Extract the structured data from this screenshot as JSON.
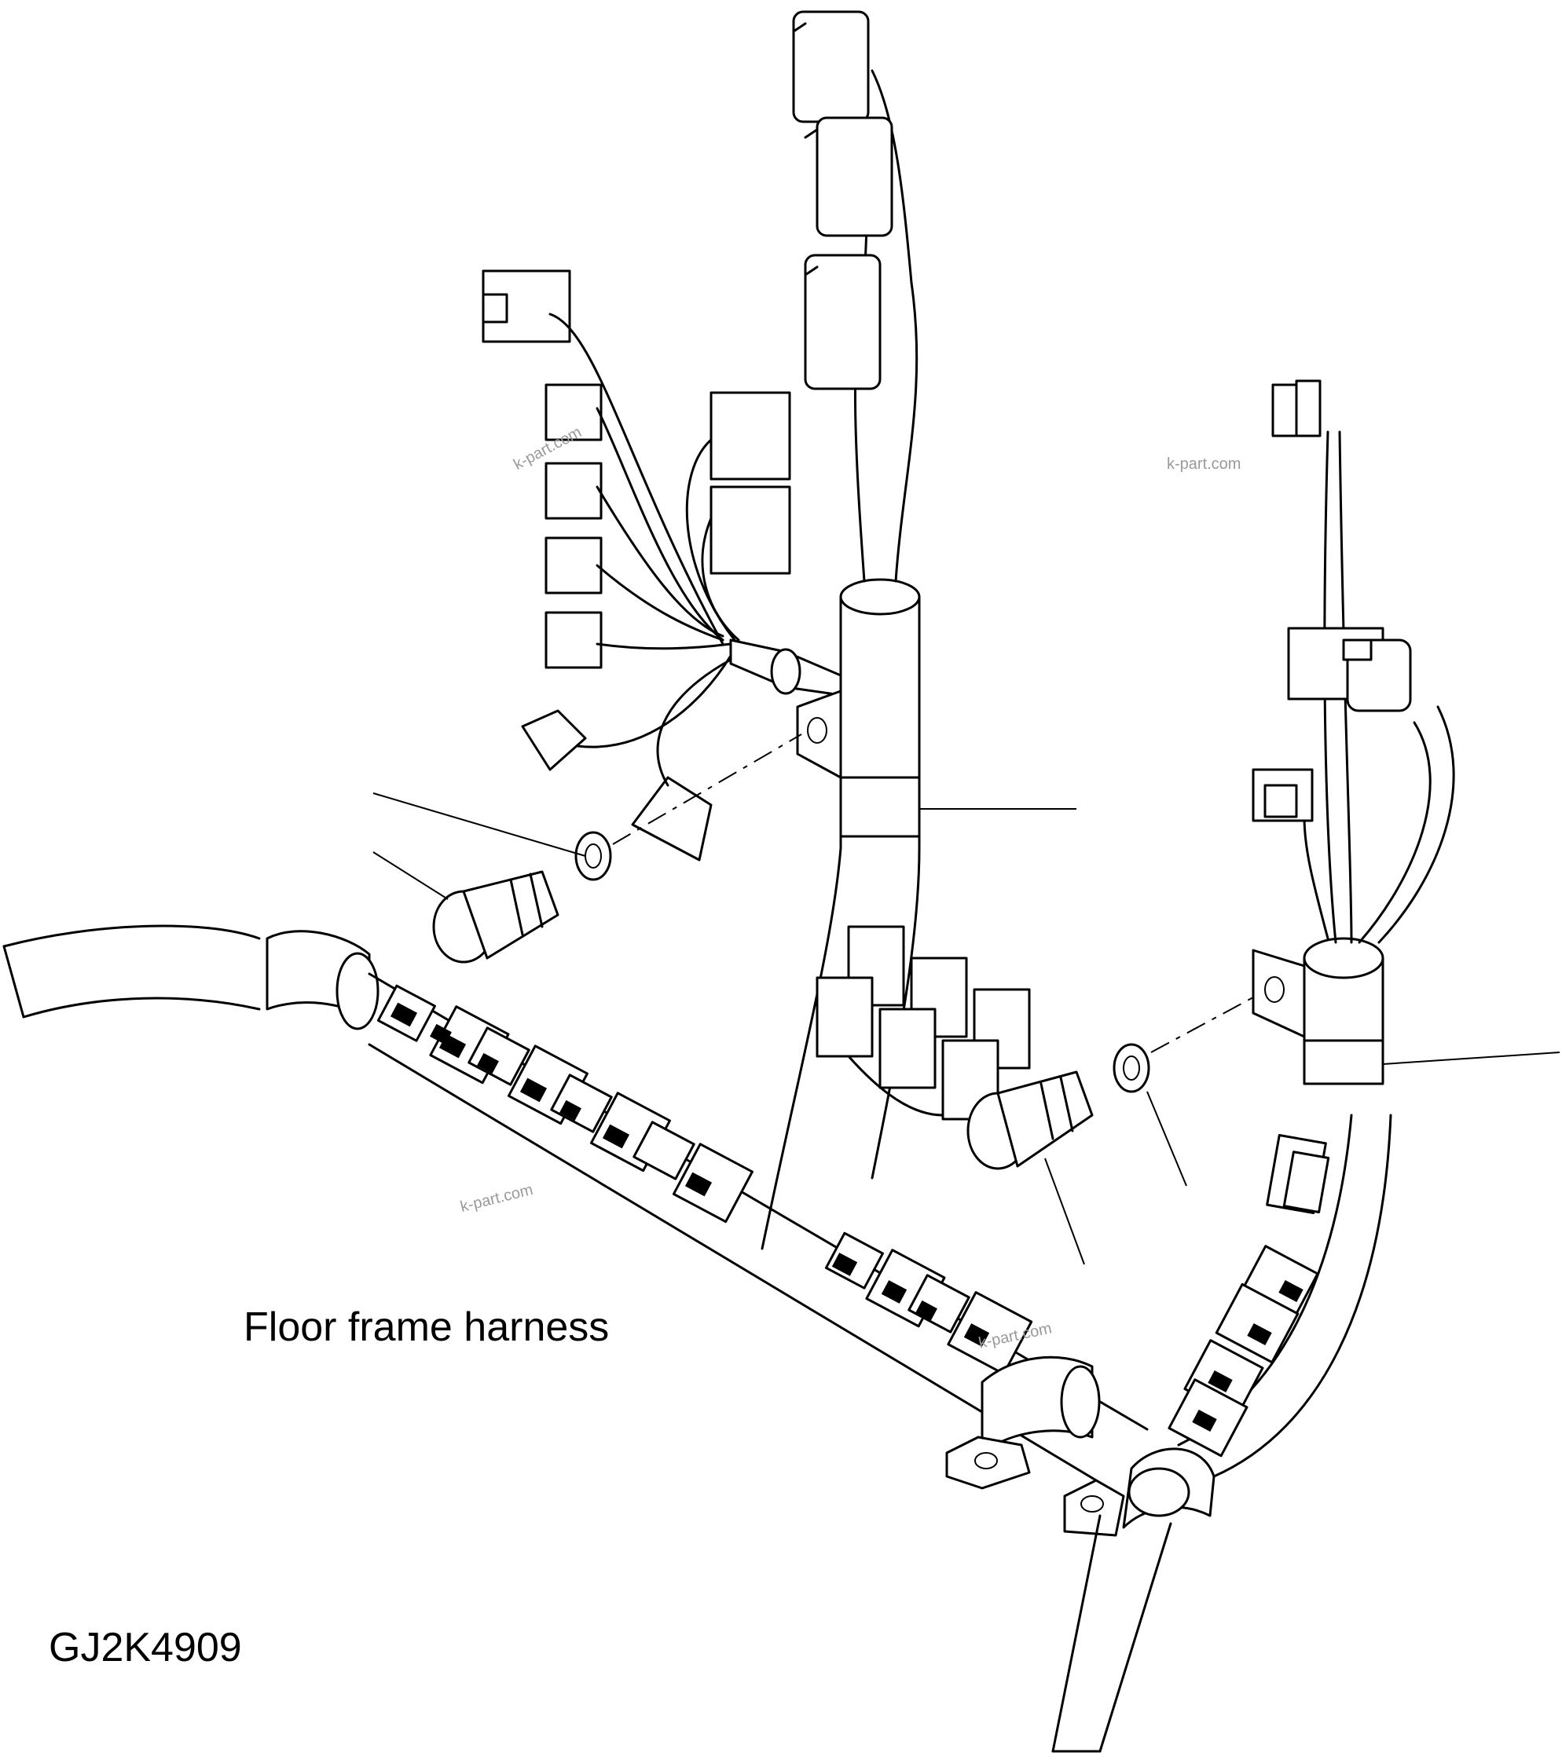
{
  "diagram": {
    "caption": "Floor frame harness",
    "figure_id": "GJ2K4909",
    "watermark": "k-part.com"
  },
  "colors": {
    "line": "#000000",
    "background": "#ffffff",
    "watermark": "#9a9a9a"
  }
}
